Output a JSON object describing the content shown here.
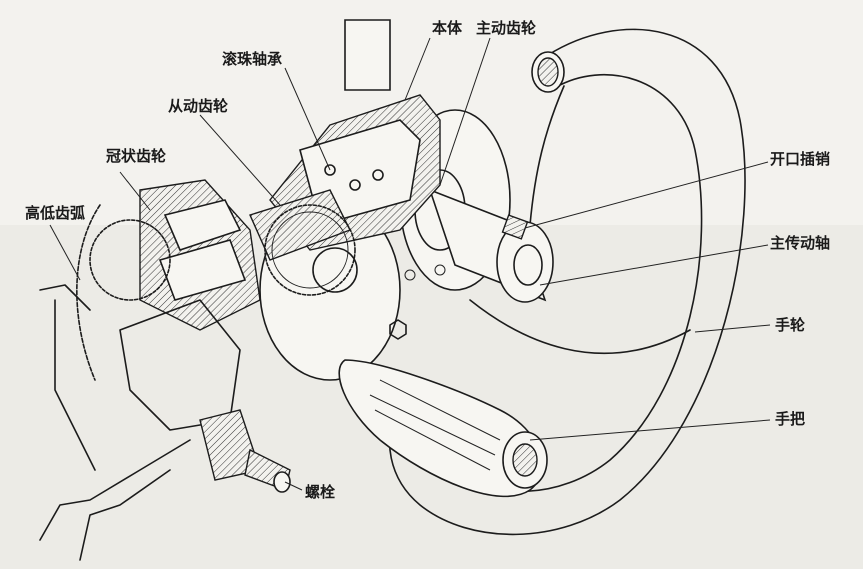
{
  "figure": {
    "labels": {
      "body": "本体",
      "driving_gear": "主动齿轮",
      "ball_bearing": "滚珠轴承",
      "driven_gear": "从动齿轮",
      "crown_gear": "冠状齿轮",
      "elevating_arc": "高低齿弧",
      "split_pin": "开口插销",
      "main_shaft": "主传动轴",
      "handwheel": "手轮",
      "handle": "手把",
      "bolt": "螺栓"
    }
  }
}
